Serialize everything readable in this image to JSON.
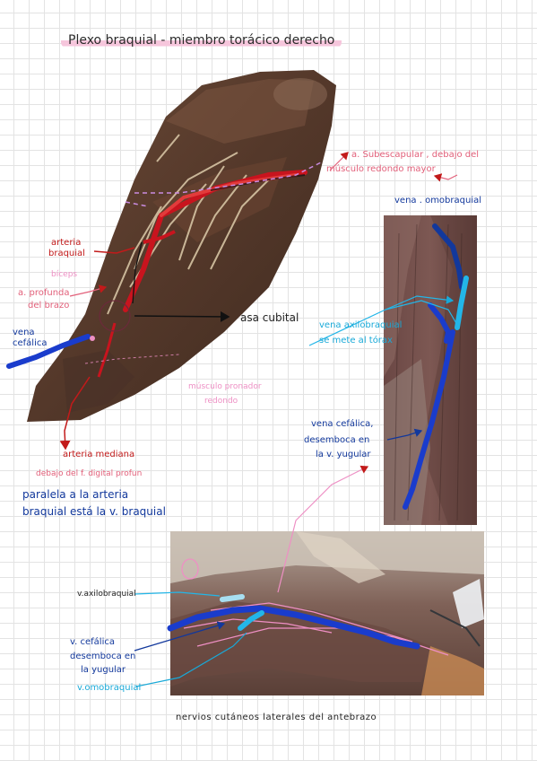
{
  "title": "Plexo braquial - miembro torácico derecho",
  "labels": {
    "a_subescapular_1": "a. Subescapular , debajo del",
    "a_subescapular_2": "músculo redondo mayor",
    "vena_omobraquial_top": "vena . omobraquial",
    "arteria_braquial_1": "arteria",
    "arteria_braquial_2": "braquial",
    "biceps": "bíceps",
    "a_profunda_1": "a. profunda",
    "a_profunda_2": "del brazo",
    "asa_cubital": "asa cubital",
    "vena_cefalica_1": "vena",
    "vena_cefalica_2": "cefálica",
    "vena_axilobraquial_1": "vena axilobraquial",
    "vena_axilobraquial_2": "se mete al tórax",
    "musculo_pronador_1": "músculo pronador",
    "musculo_pronador_2": "redondo",
    "vena_cefalica_desemboca_1": "vena cefálica,",
    "vena_cefalica_desemboca_2": "desemboca en",
    "vena_cefalica_desemboca_3": "la v. yugular",
    "arteria_mediana": "arteria mediana",
    "debajo_flexor": "debajo del f. digital profun",
    "paralela_1": "paralela a la arteria",
    "paralela_2": "braquial está la v. braquial",
    "v_axilobraquial": "v.axilobraquial",
    "v_cefalica_1": "v. cefálica",
    "v_cefalica_2": "desemboca en",
    "v_cefalica_3": "la yugular",
    "v_omobraquial": "v.omobraquial",
    "nervios": "nervios cutáneos laterales del antebrazo"
  },
  "colors": {
    "artery": "#c8141e",
    "vein": "#1a3ccc",
    "cyan": "#23b6e8",
    "pink": "#ee8fc4",
    "rose": "#e2607a",
    "navy": "#12389c"
  }
}
